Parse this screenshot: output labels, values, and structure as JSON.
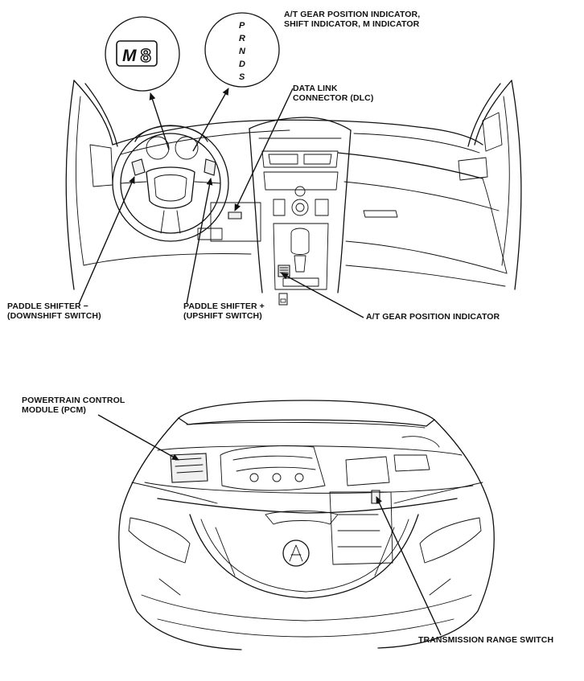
{
  "labels": {
    "gear_indicator_title_line1": "A/T GEAR POSITION INDICATOR,",
    "gear_indicator_title_line2": "SHIFT INDICATOR, M INDICATOR",
    "dlc_line1": "DATA LINK",
    "dlc_line2": "CONNECTOR (DLC)",
    "paddle_minus_line1": "PADDLE SHIFTER −",
    "paddle_minus_line2": "(DOWNSHIFT SWITCH)",
    "paddle_plus_line1": "PADDLE SHIFTER +",
    "paddle_plus_line2": "(UPSHIFT SWITCH)",
    "at_gear_indicator": "A/T GEAR POSITION INDICATOR",
    "pcm_line1": "POWERTRAIN CONTROL",
    "pcm_line2": "MODULE (PCM)",
    "trs": "TRANSMISSION RANGE SWITCH"
  },
  "inset_m_indicator": {
    "letter": "M",
    "digit": "8"
  },
  "inset_shift_indicator": {
    "positions": [
      "P",
      "R",
      "N",
      "D",
      "S"
    ]
  }
}
